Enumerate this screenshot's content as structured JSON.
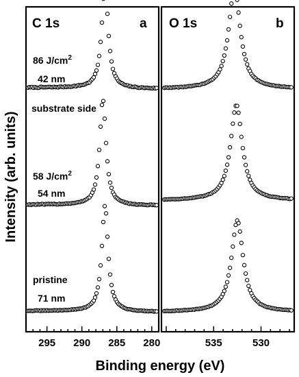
{
  "chart_data": [
    {
      "type": "scatter",
      "panel_label": "a",
      "title": "C 1s",
      "xlabel": "Binding energy (eV)",
      "ylabel": "Intensity (arb. units)",
      "xlim": [
        298,
        279
      ],
      "x_reversed": true,
      "x_ticks": [
        295,
        290,
        285,
        280
      ],
      "y_ticks_labeled": false,
      "grid": false,
      "annotations": [
        {
          "id": "fluence-top",
          "text": "86 J/cm",
          "sup": "2"
        },
        {
          "id": "thickness-top",
          "text": "42 nm"
        },
        {
          "id": "side-note",
          "text": "substrate side"
        },
        {
          "id": "fluence-mid",
          "text": "58 J/cm",
          "sup": "2"
        },
        {
          "id": "thickness-mid",
          "text": "54 nm"
        },
        {
          "id": "state-bottom",
          "text": "pristine"
        },
        {
          "id": "thickness-bottom",
          "text": "71 nm"
        }
      ],
      "series": [
        {
          "peak_center": 286.7,
          "peak_width": 0.55,
          "offset": 2.1,
          "amplitude": 1.0,
          "step": 0.01,
          "step_center": 288.8,
          "noise": 0.009
        },
        {
          "peak_center": 287.0,
          "peak_width": 0.55,
          "offset": 1.0,
          "amplitude": 1.0,
          "step": 0.008,
          "step_center": 288.8,
          "noise": 0.008
        },
        {
          "peak_center": 286.7,
          "peak_width": 0.55,
          "offset": 0.0,
          "amplitude": 1.0,
          "step": 0.008,
          "step_center": 288.8,
          "noise": 0.006
        }
      ]
    },
    {
      "type": "scatter",
      "panel_label": "b",
      "title": "O 1s",
      "xlabel": "Binding energy (eV)",
      "xlim": [
        540.5,
        526.5
      ],
      "x_reversed": true,
      "x_ticks": [
        535,
        530
      ],
      "y_ticks_labeled": false,
      "grid": false,
      "series": [
        {
          "peak_center": 532.8,
          "peak_width": 0.75,
          "offset": 2.1,
          "amplitude": 0.95,
          "step": 0.0,
          "step_center": 533,
          "noise": 0.006
        },
        {
          "peak_center": 532.6,
          "peak_width": 0.75,
          "offset": 1.05,
          "amplitude": 0.9,
          "step": 0.0,
          "step_center": 533,
          "noise": 0.006
        },
        {
          "peak_center": 532.5,
          "peak_width": 0.75,
          "offset": 0.0,
          "amplitude": 0.86,
          "step": 0.0,
          "step_center": 533,
          "noise": 0.005
        }
      ]
    }
  ]
}
